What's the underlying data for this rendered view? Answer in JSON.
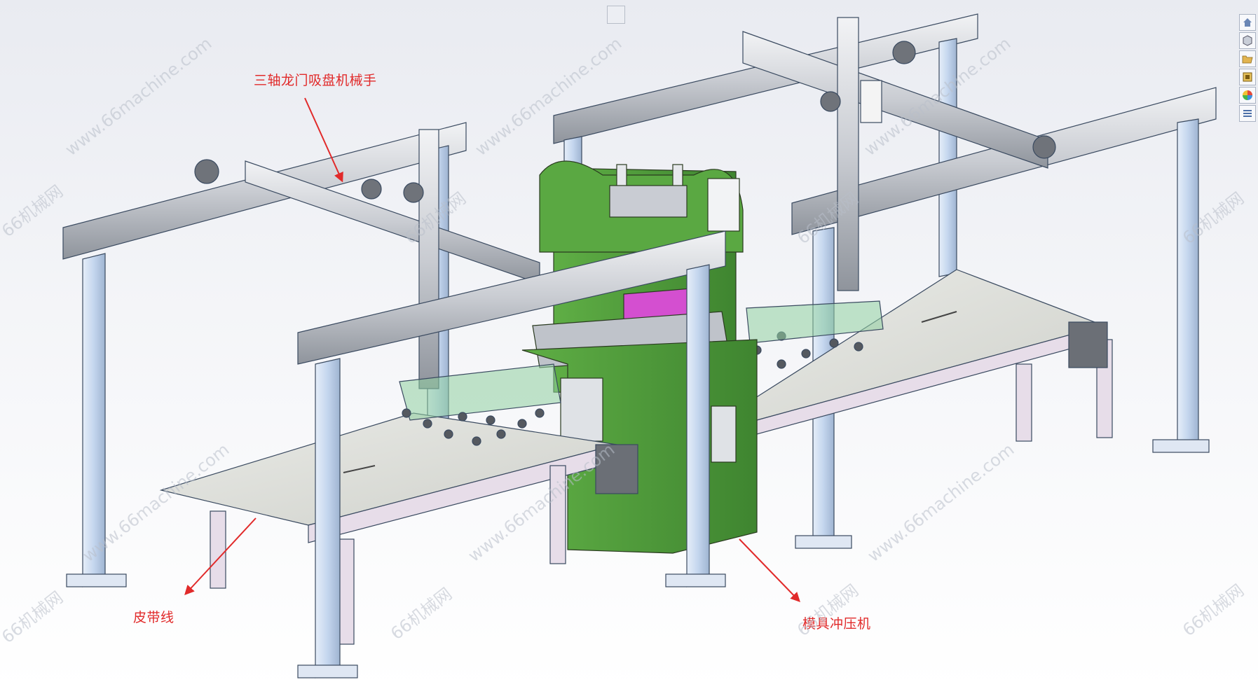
{
  "labels": {
    "gantry": "三轴龙门吸盘机械手",
    "belt": "皮带线",
    "press": "模具冲压机"
  },
  "watermark": {
    "site": "www.66machine.com",
    "brand": "66机械网"
  },
  "toolbar": [
    {
      "name": "home-icon"
    },
    {
      "name": "cube-view-icon"
    },
    {
      "name": "open-folder-icon"
    },
    {
      "name": "appearance-icon"
    },
    {
      "name": "color-wheel-icon"
    },
    {
      "name": "list-view-icon"
    }
  ],
  "colors": {
    "frame_blue": "#c4d6ee",
    "frame_edge": "#3a4a60",
    "aluminum": "#d4d7dd",
    "press_green": "#4f9a3b",
    "belt_gray": "#dcddd8",
    "pink": "#e7dde9",
    "magenta": "#d44fd0",
    "callout_red": "#e12a2a"
  }
}
